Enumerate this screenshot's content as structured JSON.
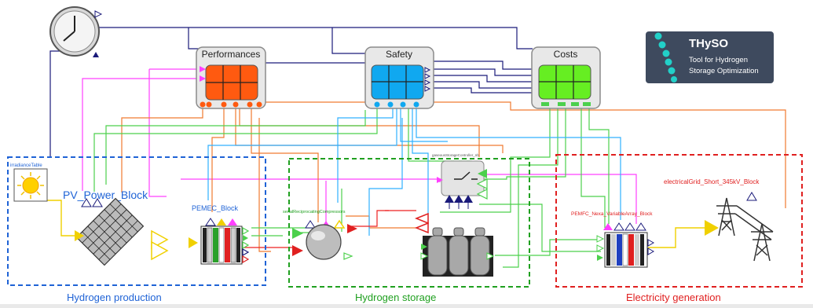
{
  "blocks": {
    "performances": "Performances",
    "safety": "Safety",
    "costs": "Costs",
    "irradiance": "irradianceTable",
    "pv": "PV_Power_Block",
    "pemec": "PEMEC_Block",
    "compressor": "serialReciprocatingCompressors",
    "storage_controller": "gaseousStorageController_nb",
    "pemfc": "PEMFC_Nexa_VariableArray_Block",
    "grid": "electricalGrid_Short_345kV_Block"
  },
  "groups": {
    "production": "Hydrogen production",
    "storage": "Hydrogen storage",
    "generation": "Electricity generation"
  },
  "logo": {
    "title": "THySO",
    "line1": "Tool for Hydrogen",
    "line2": "Storage Optimization"
  },
  "colors": {
    "production_border": "#1f63d6",
    "storage_border": "#20a020",
    "generation_border": "#e02020",
    "performances_fill": "#ff5a10",
    "safety_fill": "#10a8f0",
    "costs_fill": "#66ee22",
    "navy_wire": "#1a1a7a",
    "magenta_wire": "#ff40ff",
    "orange_wire": "#f07a30",
    "green_wire": "#4cd04c",
    "cyan_wire": "#30b0ff",
    "yellow_wire": "#f0d000"
  }
}
